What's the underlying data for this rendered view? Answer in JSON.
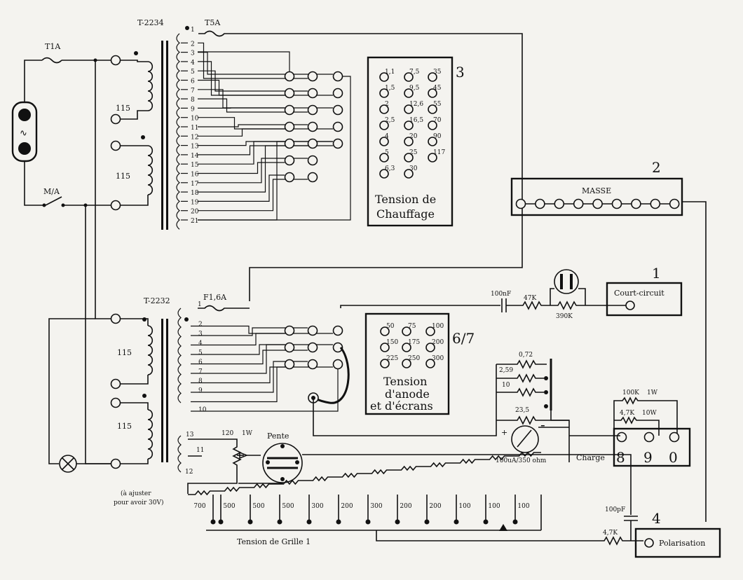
{
  "transformers": {
    "t_top": "T-2234",
    "t_bottom": "T-2232"
  },
  "fuses": {
    "mains": "T1A",
    "top": "T5A",
    "bottom": "F1,6A"
  },
  "primary_voltages": [
    "115",
    "115",
    "115",
    "115"
  ],
  "switch_label": "M/A",
  "top_taps": [
    "1",
    "2",
    "3",
    "4",
    "5",
    "6",
    "7",
    "8",
    "9",
    "10",
    "11",
    "12",
    "13",
    "14",
    "15",
    "16",
    "17",
    "18",
    "19",
    "20",
    "21"
  ],
  "bottom_taps": [
    "1",
    "2",
    "3",
    "4",
    "5",
    "6",
    "7",
    "8",
    "9",
    "10"
  ],
  "grid_taps": [
    "13",
    "11",
    "12"
  ],
  "heater_panel": {
    "number": "3",
    "values": [
      "1,1",
      "7,5",
      "35",
      "1,5",
      "9,5",
      "45",
      "2",
      "12,6",
      "55",
      "2,5",
      "16,5",
      "70",
      "4",
      "20",
      "90",
      "5",
      "25",
      "117",
      "6,3",
      "30"
    ],
    "title_line1": "Tension de",
    "title_line2": "Chauffage"
  },
  "anode_panel": {
    "number": "6/7",
    "values": [
      "50",
      "75",
      "100",
      "150",
      "175",
      "200",
      "225",
      "250",
      "300"
    ],
    "title_line1": "Tension",
    "title_line2": "d'anode",
    "title_line3": "et d'écrans"
  },
  "ground_block": {
    "number": "2",
    "label": "MASSE"
  },
  "short_block": {
    "number": "1",
    "label": "Court-circuit"
  },
  "polar_block": {
    "number": "4",
    "label": "Polarisation"
  },
  "load_block": {
    "label": "Charge",
    "terminals": [
      "8",
      "9",
      "0"
    ]
  },
  "components": {
    "cap_100nf": "100nF",
    "r_47k": "47K",
    "r_390k": "390K",
    "r_100k": "100K",
    "w_1": "1W",
    "r_4k7": "4,7K",
    "w_10": "10W",
    "shunts": [
      "0,72",
      "2,59",
      "10",
      "23,5"
    ],
    "meter_plus": "+",
    "meter_minus": "-",
    "meter": "100uA/350  ohm",
    "pot": "120",
    "pot_w": "1W",
    "pente": "Pente",
    "cap_100pf": "100pF",
    "r_4k7_polar": "4,7K"
  },
  "adjust_note": {
    "line1": "(à  ajuster",
    "line2": "pour avoir  30V)"
  },
  "divider_values": [
    "700",
    "500",
    "500",
    "500",
    "300",
    "200",
    "300",
    "200",
    "200",
    "100",
    "100",
    "100"
  ],
  "grid_label": "Tension  de  Grille  1"
}
